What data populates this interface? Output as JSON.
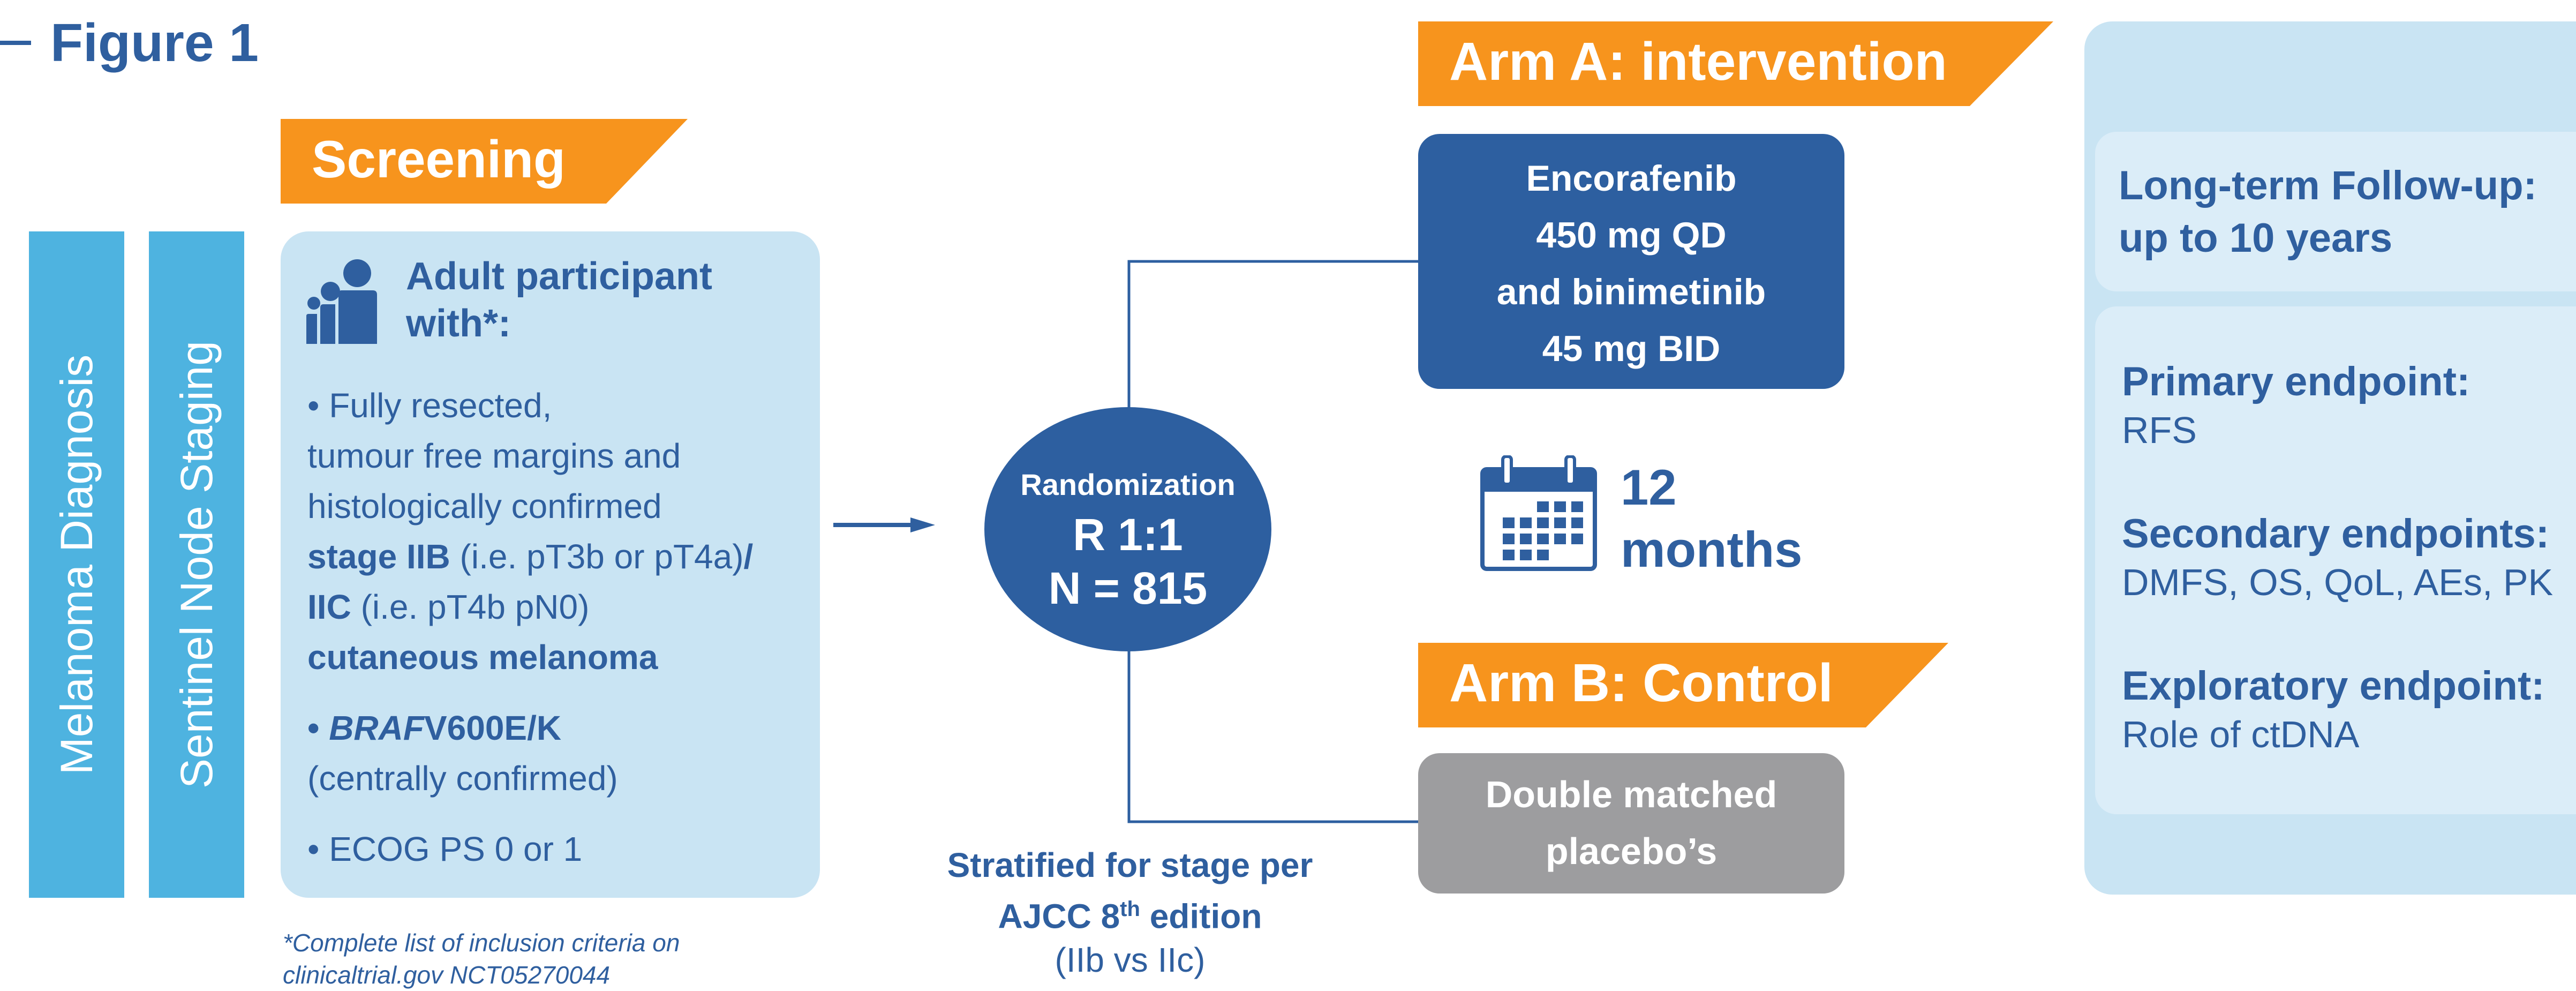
{
  "figure": {
    "title": "Figure 1"
  },
  "sidebar": {
    "bar1": "Melanoma Diagnosis",
    "bar2": "Sentinel Node Staging"
  },
  "screening": {
    "banner": "Screening",
    "icon": "people-icon",
    "heading_line1": "Adult participant",
    "heading_line2": "with*:",
    "criteria": {
      "c1_line1": "• Fully resected,",
      "c1_line2": "tumour free margins and",
      "c1_line3": "histologically confirmed",
      "c1_stage_bold": "stage IIB",
      "c1_stage_rest": " (i.e. pT3b or pT4a)",
      "c1_slash": "/",
      "c1_iic_bold": "IIC",
      "c1_iic_rest": " (i.e. pT4b pN0)",
      "c1_line6": "cutaneous melanoma",
      "c2_bullet": "• ",
      "c2_gene": "BRAF",
      "c2_mut": "V600E/K",
      "c2_line2": "(centrally confirmed)",
      "c3": "• ECOG PS 0 or 1"
    },
    "footnote_line1": "*Complete list of inclusion criteria on",
    "footnote_line2": "clinicaltrial.gov NCT05270044"
  },
  "randomization": {
    "label": "Randomization",
    "ratio": "R 1:1",
    "n": "N = 815"
  },
  "stratification": {
    "line1": "Stratified for stage per",
    "line2_prefix": "AJCC 8",
    "line2_sup": "th",
    "line2_suffix": " edition",
    "line3": "(IIb vs IIc)"
  },
  "arm_a": {
    "banner": "Arm A: intervention",
    "line1": "Encorafenib",
    "line2": "450 mg QD",
    "line3": "and binimetinib",
    "line4": "45 mg BID"
  },
  "duration": {
    "icon": "calendar-icon",
    "number": "12",
    "unit": "months"
  },
  "arm_b": {
    "banner": "Arm B: Control",
    "line1": "Double matched",
    "line2": "placebo’s"
  },
  "outcomes": {
    "followup_line1": "Long-term Follow-up:",
    "followup_line2": "up to 10 years",
    "primary_title": "Primary endpoint:",
    "primary_value": "RFS",
    "secondary_title": "Secondary endpoints:",
    "secondary_value": "DMFS, OS, QoL, AEs, PK",
    "exploratory_title": "Exploratory endpoint:",
    "exploratory_value": "Role of ctDNA"
  },
  "colors": {
    "navy": "#2d5fa0",
    "orange": "#f7941d",
    "light_blue_bar": "#4eb3e0",
    "pale_blue_box": "#c9e4f3",
    "gray_box": "#9d9d9f"
  }
}
